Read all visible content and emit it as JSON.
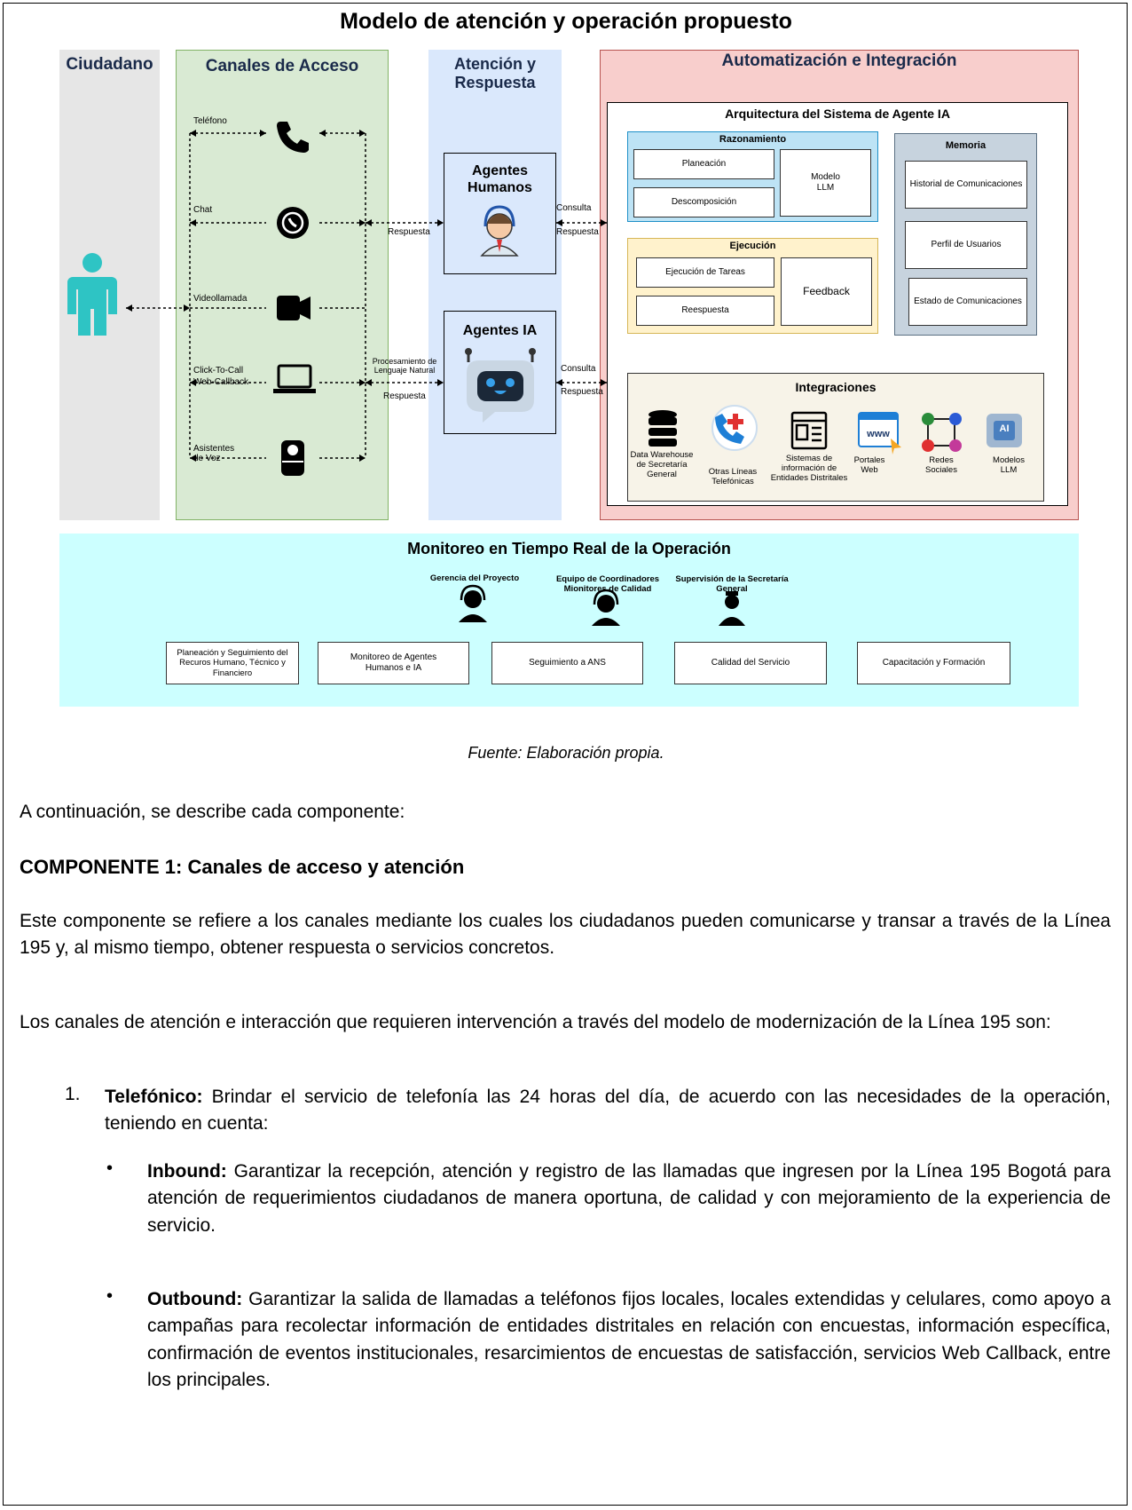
{
  "figure": {
    "title": "Modelo de atención y operación propuesto",
    "lanes": {
      "ciudadano": "Ciudadano",
      "canales": "Canales de Acceso",
      "atencion": "Atención y Respuesta",
      "automatizacion": "Automatización e Integración"
    },
    "channels": [
      "Teléfono",
      "Chat",
      "Videollamada",
      "Click-To-Call Web-Callback",
      "Asistentes de Voz"
    ],
    "connector_labels": {
      "respuesta": "Respuesta",
      "procesamiento": "Procesamiento de Lenguaje Natural",
      "consulta": "Consulta"
    },
    "agents": {
      "humanos": "Agentes Humanos",
      "ia": "Agentes IA"
    },
    "architecture": {
      "title": "Arquitectura del Sistema de Agente IA",
      "razonamiento": {
        "title": "Razonamiento",
        "items": [
          "Planeación",
          "Descomposición"
        ],
        "model": "Modelo LLM"
      },
      "ejecucion": {
        "title": "Ejecución",
        "items": [
          "Ejecución de Tareas",
          "Reespuesta"
        ],
        "feedback": "Feedback"
      },
      "memoria": {
        "title": "Memoria",
        "items": [
          "Historial de Comunicaciones",
          "Perfil de Usuarios",
          "Estado de Comunicaciones"
        ]
      },
      "integraciones": {
        "title": "Integraciones",
        "items": [
          "Data Warehouse de Secretaría General",
          "Otras Líneas Telefónicas",
          "Sistemas de información de Entidades Distritales",
          "Portales Web",
          "Redes Sociales",
          "Modelos LLM"
        ]
      }
    },
    "monitoring": {
      "title": "Monitoreo en Tiempo Real de la Operación",
      "roles": [
        "Gerencia del Proyecto",
        "Equipo de Coordinadores Mionitores de Calidad",
        "Supervisión de la Secretaría General"
      ],
      "boxes": [
        "Planeación y Seguimiento del Recuros Humano, Técnico y Financiero",
        "Monitoreo de Agentes Humanos e IA",
        "Seguimiento a ANS",
        "Calidad del Servicio",
        "Capacitación y Formación"
      ]
    },
    "www_label": "www",
    "ai_label": "AI"
  },
  "caption": "Fuente: Elaboración propia.",
  "body": {
    "intro": "A continuación, se describe cada componente:",
    "heading": "COMPONENTE 1: Canales de acceso y atención",
    "para1": "Este componente se refiere a los canales mediante los cuales los ciudadanos pueden comunicarse y transar a través de la Línea 195 y, al mismo tiempo, obtener respuesta o servicios concretos.",
    "para2": "Los canales de atención e interacción que requieren intervención a través del modelo de modernización de la Línea 195 son:",
    "item1_num": "1.",
    "item1_bold": "Telefónico:",
    "item1_text": " Brindar el servicio de telefonía las 24 horas del día, de acuerdo con las necesidades de la operación, teniendo en cuenta:",
    "bullet1_bold": "Inbound:",
    "bullet1_text": " Garantizar la recepción, atención y registro de las llamadas que ingresen por la Línea 195 Bogotá para atención de requerimientos ciudadanos de manera oportuna, de calidad y con mejoramiento de la experiencia de servicio.",
    "bullet2_bold": "Outbound:",
    "bullet2_text": " Garantizar la salida de llamadas a teléfonos fijos locales, locales extendidas y celulares, como apoyo a campañas para recolectar información de entidades distritales en relación con encuestas, información específica, confirmación de eventos institucionales, resarcimientos de encuestas de satisfacción, servicios Web Callback, entre los principales."
  }
}
